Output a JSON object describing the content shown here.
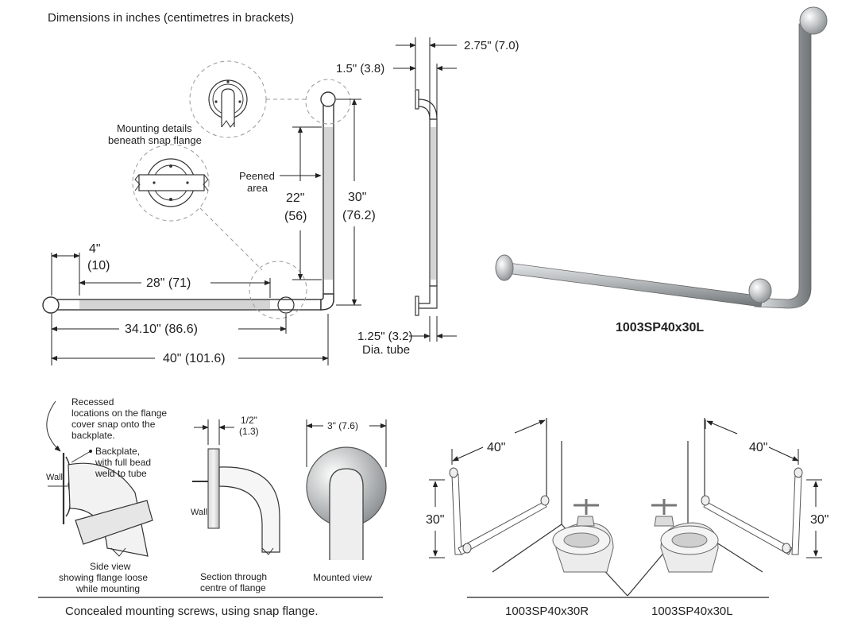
{
  "header": {
    "title": "Dimensions in inches (centimetres in brackets)"
  },
  "plan_view": {
    "mounting_detail_label_1": "Mounting details",
    "mounting_detail_label_2": "beneath snap flange",
    "peened_label_1": "Peened",
    "peened_label_2": "area",
    "dim_4_in": "4\"",
    "dim_4_cm": "(10)",
    "dim_28": "28\" (71)",
    "dim_34": "34.10\" (86.6)",
    "dim_40": "40\" (101.6)",
    "dim_22_in": "22\"",
    "dim_22_cm": "(56)",
    "dim_30_in": "30\"",
    "dim_30_cm": "(76.2)"
  },
  "side_view": {
    "dim_275": "2.75\" (7.0)",
    "dim_15": "1.5\" (3.8)",
    "dim_125": "1.25\" (3.2)",
    "dia_label": "Dia. tube"
  },
  "product": {
    "model_label": "1003SP40x30L"
  },
  "mounting": {
    "recessed_1": "Recessed",
    "recessed_2": "locations on the flange",
    "recessed_3": "cover snap onto the",
    "recessed_4": "backplate.",
    "backplate_1": "Backplate,",
    "backplate_2": "with full bead",
    "backplate_3": "weld to tube",
    "wall_1": "Wall",
    "wall_2": "Wall",
    "side_caption_1": "Side view",
    "side_caption_2": "showing flange loose",
    "side_caption_3": "while mounting",
    "half_in": "1/2\"",
    "half_cm": "(1.3)",
    "section_caption_1": "Section through",
    "section_caption_2": "centre of flange",
    "dia3": "3\" (7.6)",
    "mounted_caption": "Mounted view",
    "footer": "Concealed mounting screws, using snap flange."
  },
  "installs": {
    "r_40": "40\"",
    "r_30": "30\"",
    "l_40": "40\"",
    "l_30": "30\"",
    "r_caption": "1003SP40x30R",
    "l_caption": "1003SP40x30L"
  },
  "colors": {
    "line": "#222222",
    "peened": "#d4d4d4",
    "dashed": "#999999",
    "steel": "#a8acae"
  }
}
